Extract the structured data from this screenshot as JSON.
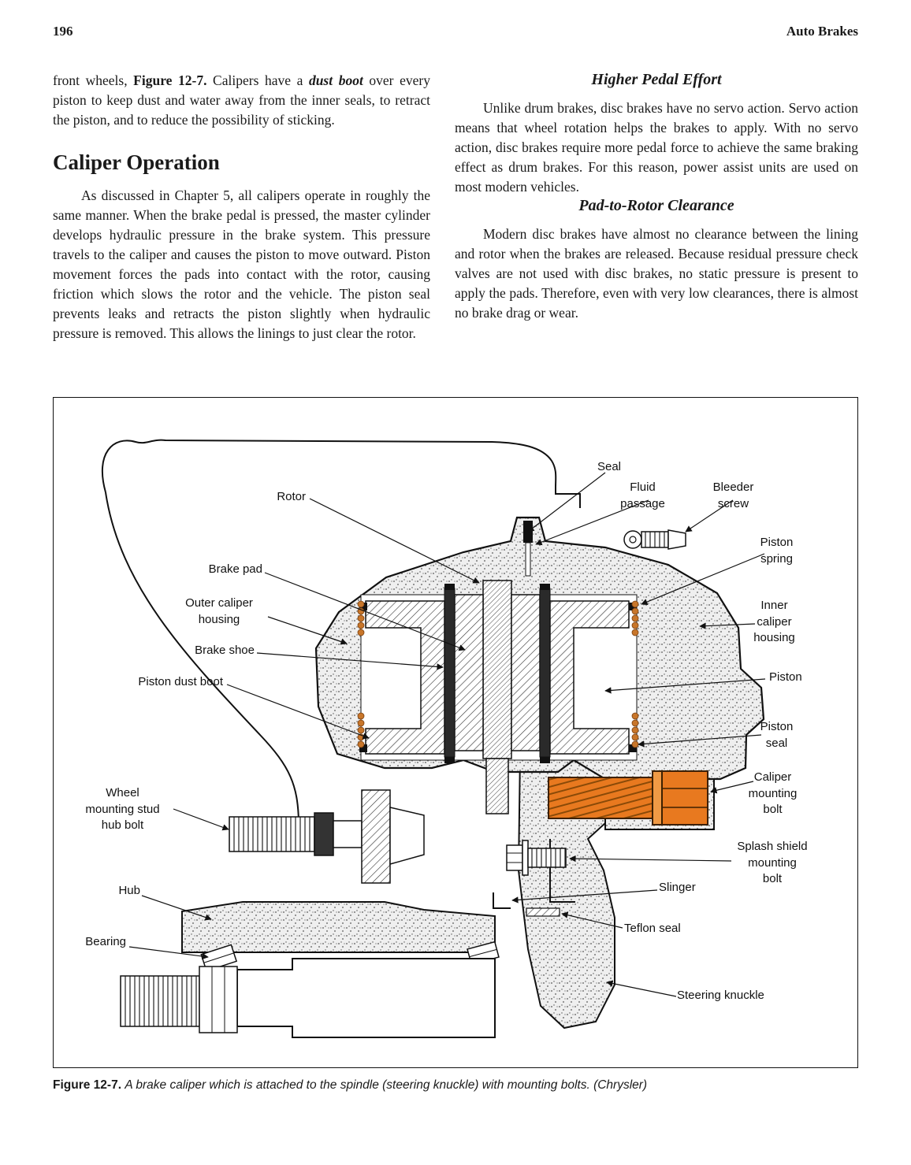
{
  "header": {
    "page_number": "196",
    "running_title": "Auto Brakes"
  },
  "left_column": {
    "intro": {
      "part1": "front wheels, ",
      "figure_ref": "Figure 12-7.",
      "part2": " Calipers have a ",
      "dust_boot": "dust boot",
      "part3": " over every piston to keep dust and water away from the inner seals, to retract the piston, and to reduce the possibility of sticking."
    },
    "heading": "Caliper Operation",
    "body": "As discussed in Chapter 5, all calipers operate in roughly the same manner. When the brake pedal is pressed, the master cylinder develops hydraulic pressure in the brake system. This pressure travels to the caliper and causes the piston to move outward. Piston movement forces the pads into contact with the rotor, causing friction which slows the rotor and the vehicle. The piston seal prevents leaks and retracts the piston slightly when hydraulic pressure is removed. This allows the linings to just clear the rotor."
  },
  "right_column": {
    "section1": {
      "heading": "Higher Pedal Effort",
      "body": "Unlike drum brakes, disc brakes have no servo action. Servo action means that wheel rotation helps the brakes to apply. With no servo action, disc brakes require more pedal force to achieve the same braking effect as drum brakes. For this reason, power assist units are used on most modern vehicles."
    },
    "section2": {
      "heading": "Pad-to-Rotor Clearance",
      "body": "Modern disc brakes have almost no clearance between the lining and rotor when the brakes are released. Because residual pressure check valves are not used with disc brakes, no static pressure is present to apply the pads. Therefore, even with very low clearances, there is almost no brake drag or wear."
    }
  },
  "figure": {
    "labels": {
      "seal": "Seal",
      "fluid_passage": "Fluid\npassage",
      "bleeder_screw": "Bleeder\nscrew",
      "rotor": "Rotor",
      "piston_spring": "Piston\nspring",
      "brake_pad": "Brake pad",
      "outer_caliper_housing": "Outer caliper\nhousing",
      "inner_caliper_housing": "Inner\ncaliper\nhousing",
      "brake_shoe": "Brake shoe",
      "piston_dust_boot": "Piston dust boot",
      "piston": "Piston",
      "piston_seal": "Piston\nseal",
      "caliper_mounting_bolt": "Caliper\nmounting\nbolt",
      "wheel_mounting_stud": "Wheel\nmounting stud\nhub bolt",
      "splash_shield_mounting_bolt": "Splash shield\nmounting\nbolt",
      "hub": "Hub",
      "slinger": "Slinger",
      "bearing": "Bearing",
      "teflon_seal": "Teflon seal",
      "steering_knuckle": "Steering knuckle"
    },
    "caption_label": "Figure 12-7.",
    "caption_text": "A brake caliper which is attached to the spindle (steering knuckle) with mounting bolts. (Chrysler)",
    "accent_color": "#e8791f"
  }
}
